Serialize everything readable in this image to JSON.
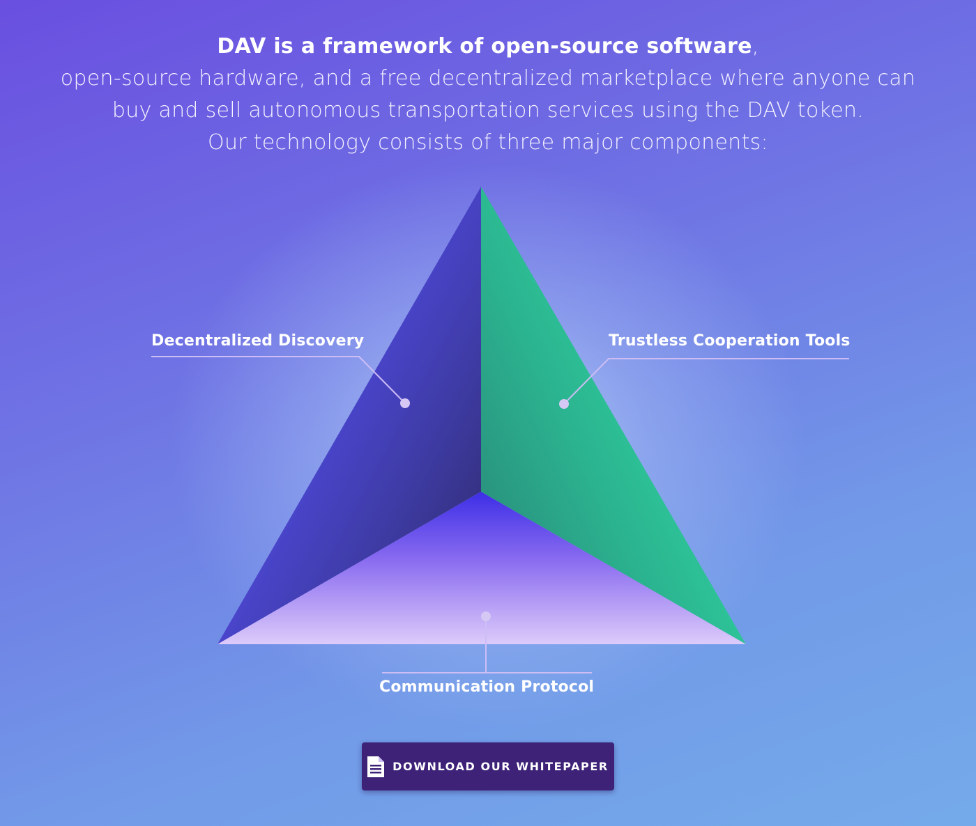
{
  "intro": {
    "bold": "DAV is a framework of open-source software",
    "comma": ",",
    "line2": "open-source hardware, and a free decentralized marketplace where anyone can",
    "line3": "buy and sell autonomous transportation services using the DAV token.",
    "line4": "Our technology consists of three major components:"
  },
  "components": {
    "left": "Decentralized Discovery",
    "right": "Trustless Cooperation Tools",
    "bottom": "Communication Protocol"
  },
  "download": {
    "icon": "document-icon",
    "label": "DOWNLOAD OUR WHITEPAPER"
  },
  "colors": {
    "background_top": "#6a4fe0",
    "background_bottom": "#74aaea",
    "left_face": "#4a45d8",
    "right_face": "#2fd3a0",
    "bottom_face": "#d9c9f8",
    "button": "#3d2278",
    "marker": "#d6c8f5"
  }
}
